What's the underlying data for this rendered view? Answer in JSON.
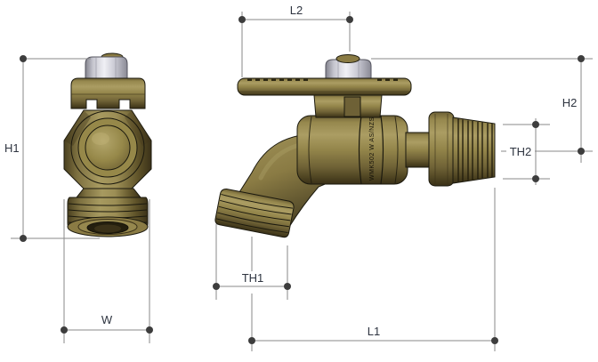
{
  "drawing": {
    "dimension_labels": {
      "h1": "H1",
      "w": "W",
      "l2": "L2",
      "h2": "H2",
      "th2": "TH2",
      "th1": "TH1",
      "l1": "L1"
    },
    "body_marking": "WMK502 W AS/NZS",
    "colors": {
      "background": "#ffffff",
      "brass_light": "#a89a5f",
      "brass_mid": "#8a7b44",
      "brass_dark": "#4e4526",
      "outline": "#1b190e",
      "chrome_light": "#eceef2",
      "chrome_dark": "#8c8c97",
      "dimension_line": "#8a8a8a",
      "dimension_dot": "#3d3d3d",
      "label_text": "#2e3440"
    }
  }
}
